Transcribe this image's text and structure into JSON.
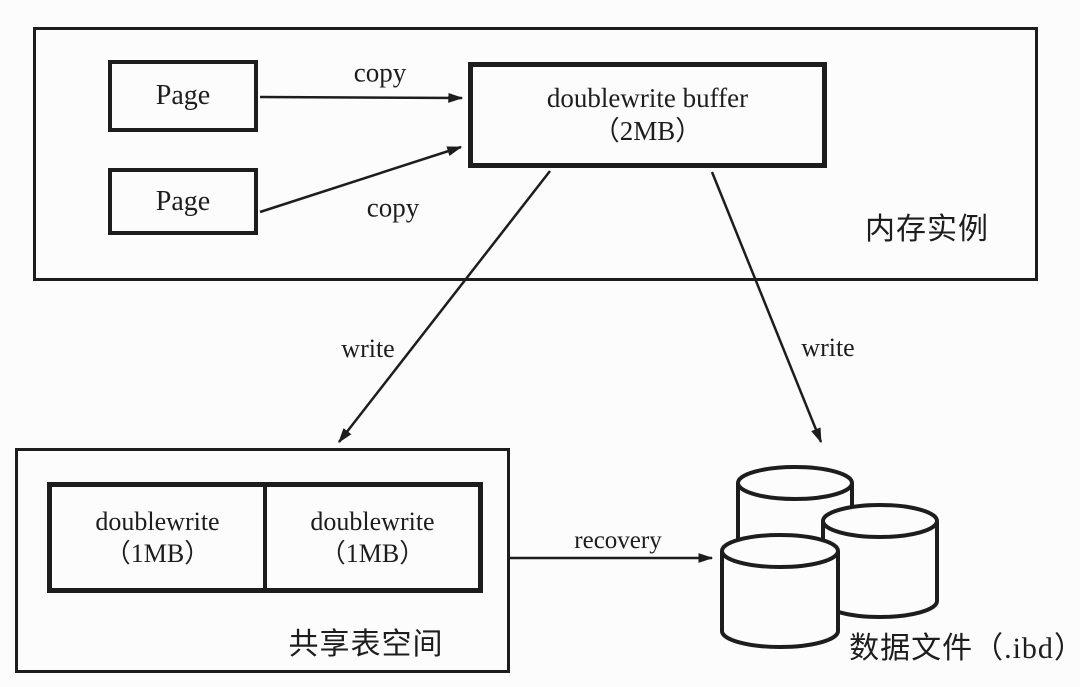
{
  "colors": {
    "ink": "#1d1d1d",
    "background": "#fcfcfc"
  },
  "memory_instance": {
    "label": "内存实例",
    "pages": [
      {
        "label": "Page"
      },
      {
        "label": "Page"
      }
    ],
    "buffer": {
      "title": "doublewrite buffer",
      "size": "（2MB）"
    }
  },
  "arrows": {
    "copy_top": "copy",
    "copy_bottom": "copy",
    "write_left": "write",
    "write_right": "write",
    "recovery": "recovery"
  },
  "shared_tablespace": {
    "label": "共享表空间",
    "segments": [
      {
        "title": "doublewrite",
        "size": "（1MB）"
      },
      {
        "title": "doublewrite",
        "size": "（1MB）"
      }
    ]
  },
  "data_files": {
    "label": "数据文件（.ibd）"
  }
}
